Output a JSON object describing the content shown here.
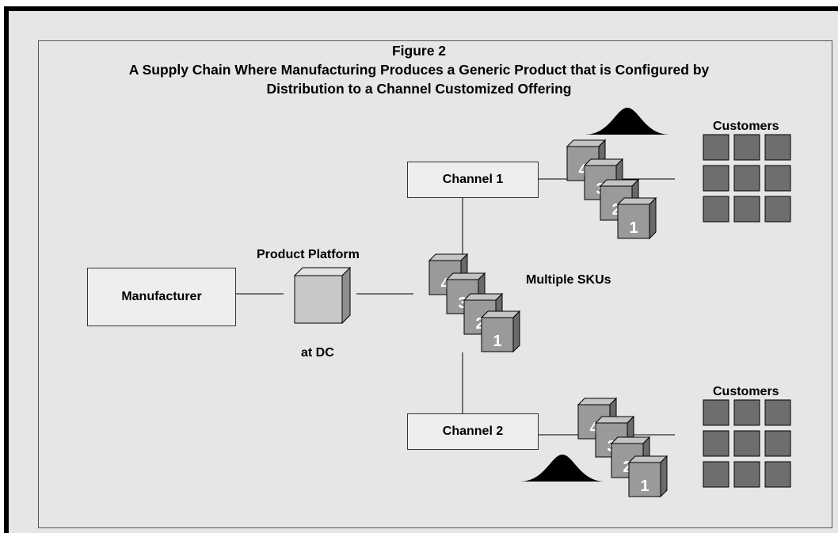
{
  "title": {
    "line1": "Figure 2",
    "line2": "A Supply Chain Where Manufacturing Produces a Generic Product that is Configured by",
    "line3": "Distribution to a Channel Customized Offering"
  },
  "nodes": {
    "manufacturer": "Manufacturer",
    "channel1": "Channel 1",
    "channel2": "Channel 2"
  },
  "labels": {
    "product_platform": "Product Platform",
    "at_dc": "at DC",
    "multiple_skus": "Multiple SKUs",
    "customers_top": "Customers",
    "customers_bottom": "Customers"
  },
  "sku_numbers": [
    "4",
    "3",
    "2",
    "1"
  ],
  "colors": {
    "background": "#e6e6e6",
    "box_fill": "#eeeeee",
    "platform_cube": "#c8c8c8",
    "sku_cube": "#9a9a9a",
    "customer_square": "#6e6e6e",
    "curve": "#000000"
  }
}
